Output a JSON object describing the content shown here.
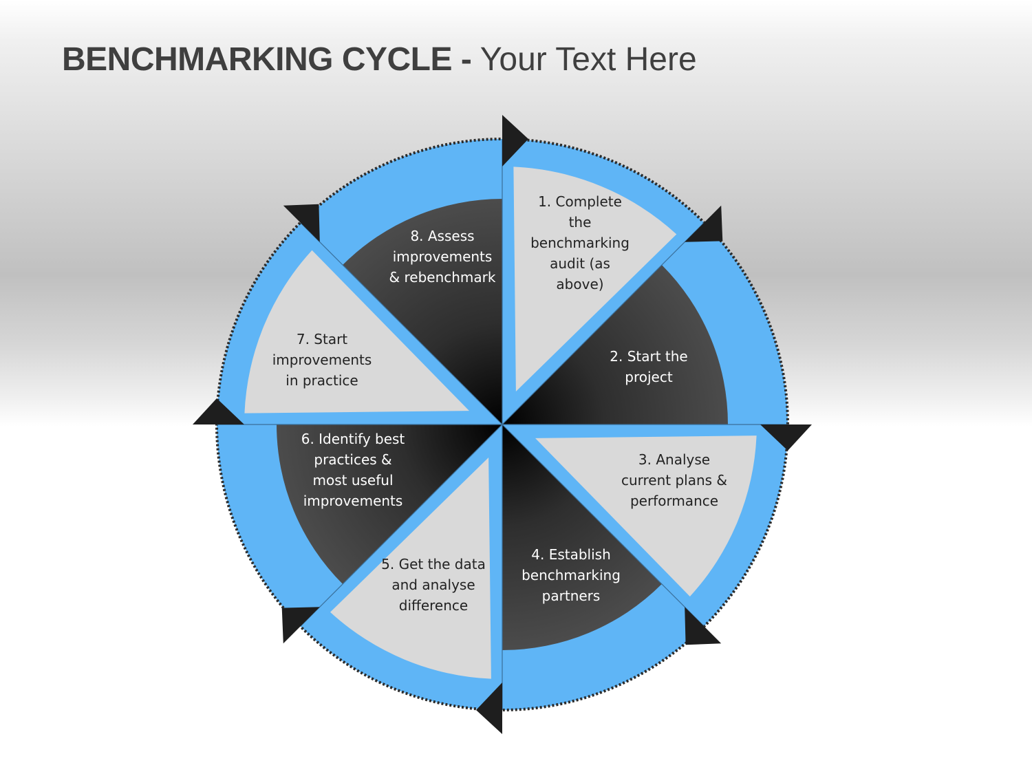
{
  "title": {
    "bold": "BENCHMARKING CYCLE -",
    "regular": "Your Text Here"
  },
  "colors": {
    "ring": "#5fb5f6",
    "ring_border": "#2b2b2b",
    "light_segment": "#d9d9d9",
    "dark_segment": "#444444",
    "arrow": "#1e1e1e",
    "light_text": "#222222",
    "dark_text": "#ffffff"
  },
  "steps": [
    {
      "number": "1.",
      "lines": [
        "1.  Complete",
        "the",
        "benchmarking",
        "audit (as",
        "above)"
      ],
      "tone": "light"
    },
    {
      "number": "2.",
      "lines": [
        "2.  Start the",
        "project"
      ],
      "tone": "dark"
    },
    {
      "number": "3.",
      "lines": [
        "3.  Analyse",
        "current plans &",
        "performance"
      ],
      "tone": "light"
    },
    {
      "number": "4.",
      "lines": [
        "4.  Establish",
        "benchmarking",
        "partners"
      ],
      "tone": "dark"
    },
    {
      "number": "5.",
      "lines": [
        "5.  Get the data",
        "and analyse",
        "difference"
      ],
      "tone": "light"
    },
    {
      "number": "6.",
      "lines": [
        "6.  Identify best",
        "practices &",
        "most useful",
        "improvements"
      ],
      "tone": "dark"
    },
    {
      "number": "7.",
      "lines": [
        "7.  Start",
        "improvements",
        "in practice"
      ],
      "tone": "light"
    },
    {
      "number": "8.",
      "lines": [
        "8.  Assess",
        "improvements",
        "& rebenchmark"
      ],
      "tone": "dark"
    }
  ]
}
